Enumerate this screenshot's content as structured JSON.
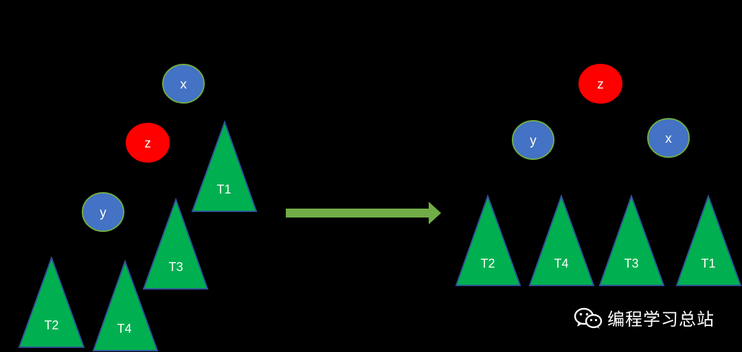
{
  "colors": {
    "background": "#000000",
    "node_blue": "#4472c4",
    "node_red": "#ff0000",
    "node_outline": "#70ad47",
    "subtree_green": "#00b050",
    "subtree_outline": "#2f5597",
    "arrow": "#70ad47",
    "label": "#ffffff"
  },
  "before": {
    "nodes": {
      "x": "x",
      "z": "z",
      "y": "y"
    },
    "subtrees": {
      "t1": "T1",
      "t2": "T2",
      "t3": "T3",
      "t4": "T4"
    }
  },
  "after": {
    "nodes": {
      "z": "z",
      "y": "y",
      "x": "x"
    },
    "subtrees": {
      "t2": "T2",
      "t4": "T4",
      "t3": "T3",
      "t1": "T1"
    }
  },
  "arrow_icon": "right-arrow-icon",
  "watermark": {
    "icon": "wechat-icon",
    "text": "编程学习总站"
  }
}
